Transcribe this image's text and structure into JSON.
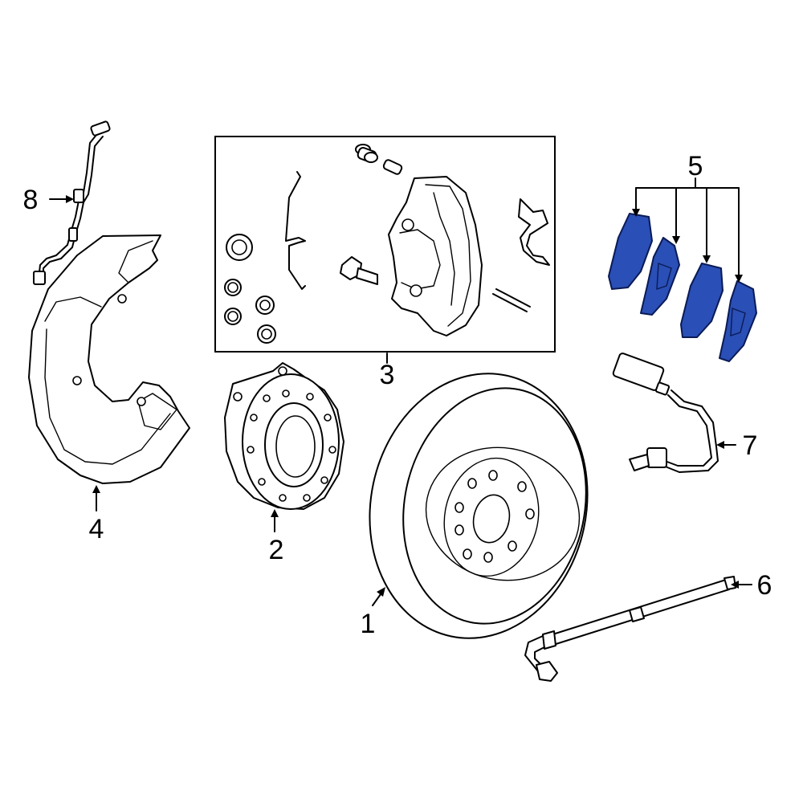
{
  "diagram": {
    "highlight_color": "#2a4fb6",
    "highlight_stroke": "#0a1a55",
    "line_color": "#000000",
    "callouts": [
      {
        "id": "1",
        "label": "1",
        "part": "brake-rotor"
      },
      {
        "id": "2",
        "label": "2",
        "part": "wheel-hub-bearing"
      },
      {
        "id": "3",
        "label": "3",
        "part": "caliper-assembly-kit"
      },
      {
        "id": "4",
        "label": "4",
        "part": "splash-shield"
      },
      {
        "id": "5",
        "label": "5",
        "part": "brake-pads"
      },
      {
        "id": "6",
        "label": "6",
        "part": "brake-hose"
      },
      {
        "id": "7",
        "label": "7",
        "part": "pad-wear-sensor"
      },
      {
        "id": "8",
        "label": "8",
        "part": "abs-wheel-speed-sensor"
      }
    ]
  }
}
